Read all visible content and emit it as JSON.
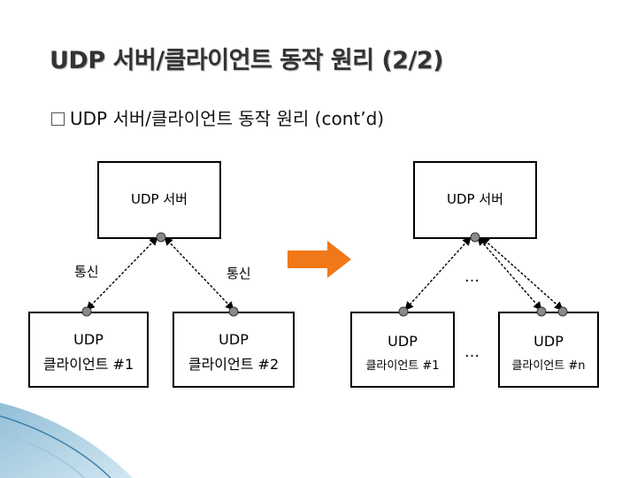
{
  "title": "UDP 서버/클라이언트 동작 원리 (2/2)",
  "bullet": "UDP 서버/클라이언트 동작 원리 (cont’d)",
  "left_diagram": {
    "server": "UDP 서버",
    "comm_left": "통신",
    "comm_right": "통신",
    "client1": {
      "line1": "UDP",
      "line2": "클라이언트 #1"
    },
    "client2": {
      "line1": "UDP",
      "line2": "클라이언트 #2"
    }
  },
  "right_diagram": {
    "server": "UDP 서버",
    "ellipsis_top": "…",
    "ellipsis_mid": "…",
    "client1": {
      "line1": "UDP",
      "line2": "클라이언트 #1"
    },
    "clientN": {
      "line1": "UDP",
      "line2": "클라이언트 #n"
    }
  },
  "colors": {
    "arrow": "#f07818",
    "dot": "#8a8a8a",
    "decor": "#6a9fc0"
  }
}
